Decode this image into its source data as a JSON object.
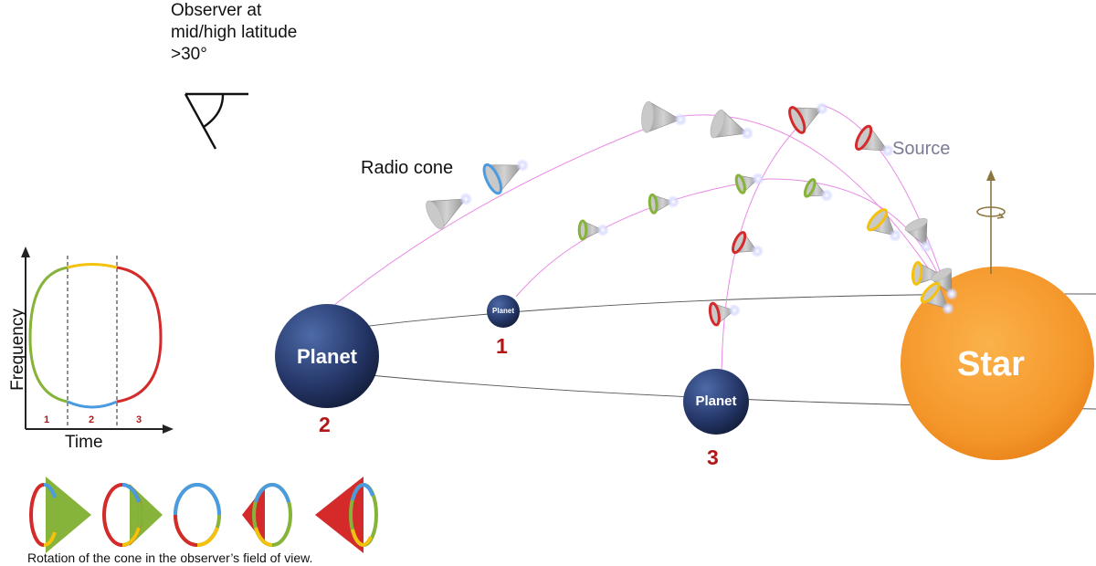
{
  "observer": {
    "line1": "Observer at",
    "line2": "mid/high latitude",
    "line3": ">30°"
  },
  "labels": {
    "radio_cone": "Radio cone",
    "source": "Source",
    "star": "Star"
  },
  "planets": [
    {
      "id": "2",
      "text": "Planet",
      "number": "2"
    },
    {
      "id": "1",
      "text": "Planet",
      "number": "1"
    },
    {
      "id": "3",
      "text": "Planet",
      "number": "3"
    }
  ],
  "plot": {
    "ylabel": "Frequency",
    "xlabel": "Time",
    "segments": [
      "1",
      "2",
      "3"
    ]
  },
  "caption": "Rotation of the cone in the observer’s field of view.",
  "colors": {
    "blue": "#4a9be0",
    "green": "#86b33a",
    "yellow": "#f4c20d",
    "red": "#d42a2a",
    "cone_gray": "#b8b8b8",
    "star_orange": "#f79a2e",
    "planet_navy": "#25345e",
    "trajectory": "#e88be6",
    "label_red": "#b01818",
    "axis_gold": "#8b7640"
  }
}
